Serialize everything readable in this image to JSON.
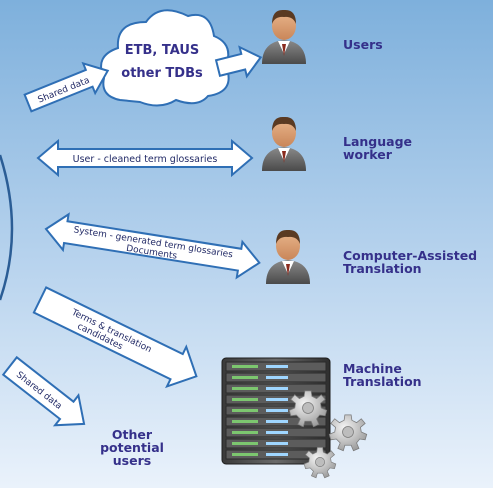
{
  "colors": {
    "bg_top": "#7eb0dc",
    "bg_bottom": "#eaf2fb",
    "arrow_stroke": "#2f6fb5",
    "label_color": "#35308a"
  },
  "cloud": {
    "line1": "ETB, TAUS",
    "line2": "other TDBs"
  },
  "arrows": {
    "shared_data_top": "Shared data",
    "user_cleaned": "User - cleaned term glossaries",
    "system_generated_line1": "System - generated term glossaries",
    "system_generated_line2": "Documents",
    "terms_candidates_line1": "Terms & translation",
    "terms_candidates_line2": "candidates",
    "shared_data_bottom": "Shared data"
  },
  "nodes": {
    "users": "Users",
    "language_worker_line1": "Language",
    "language_worker_line2": "worker",
    "cat_line1": "Computer-Assisted",
    "cat_line2": "Translation",
    "mt_line1": "Machine",
    "mt_line2": "Translation",
    "other_line1": "Other",
    "other_line2": "potential",
    "other_line3": "users"
  },
  "icons": {
    "person": "person-icon",
    "server": "server-rack-icon",
    "gears": "gears-icon",
    "cloud": "cloud-icon"
  }
}
